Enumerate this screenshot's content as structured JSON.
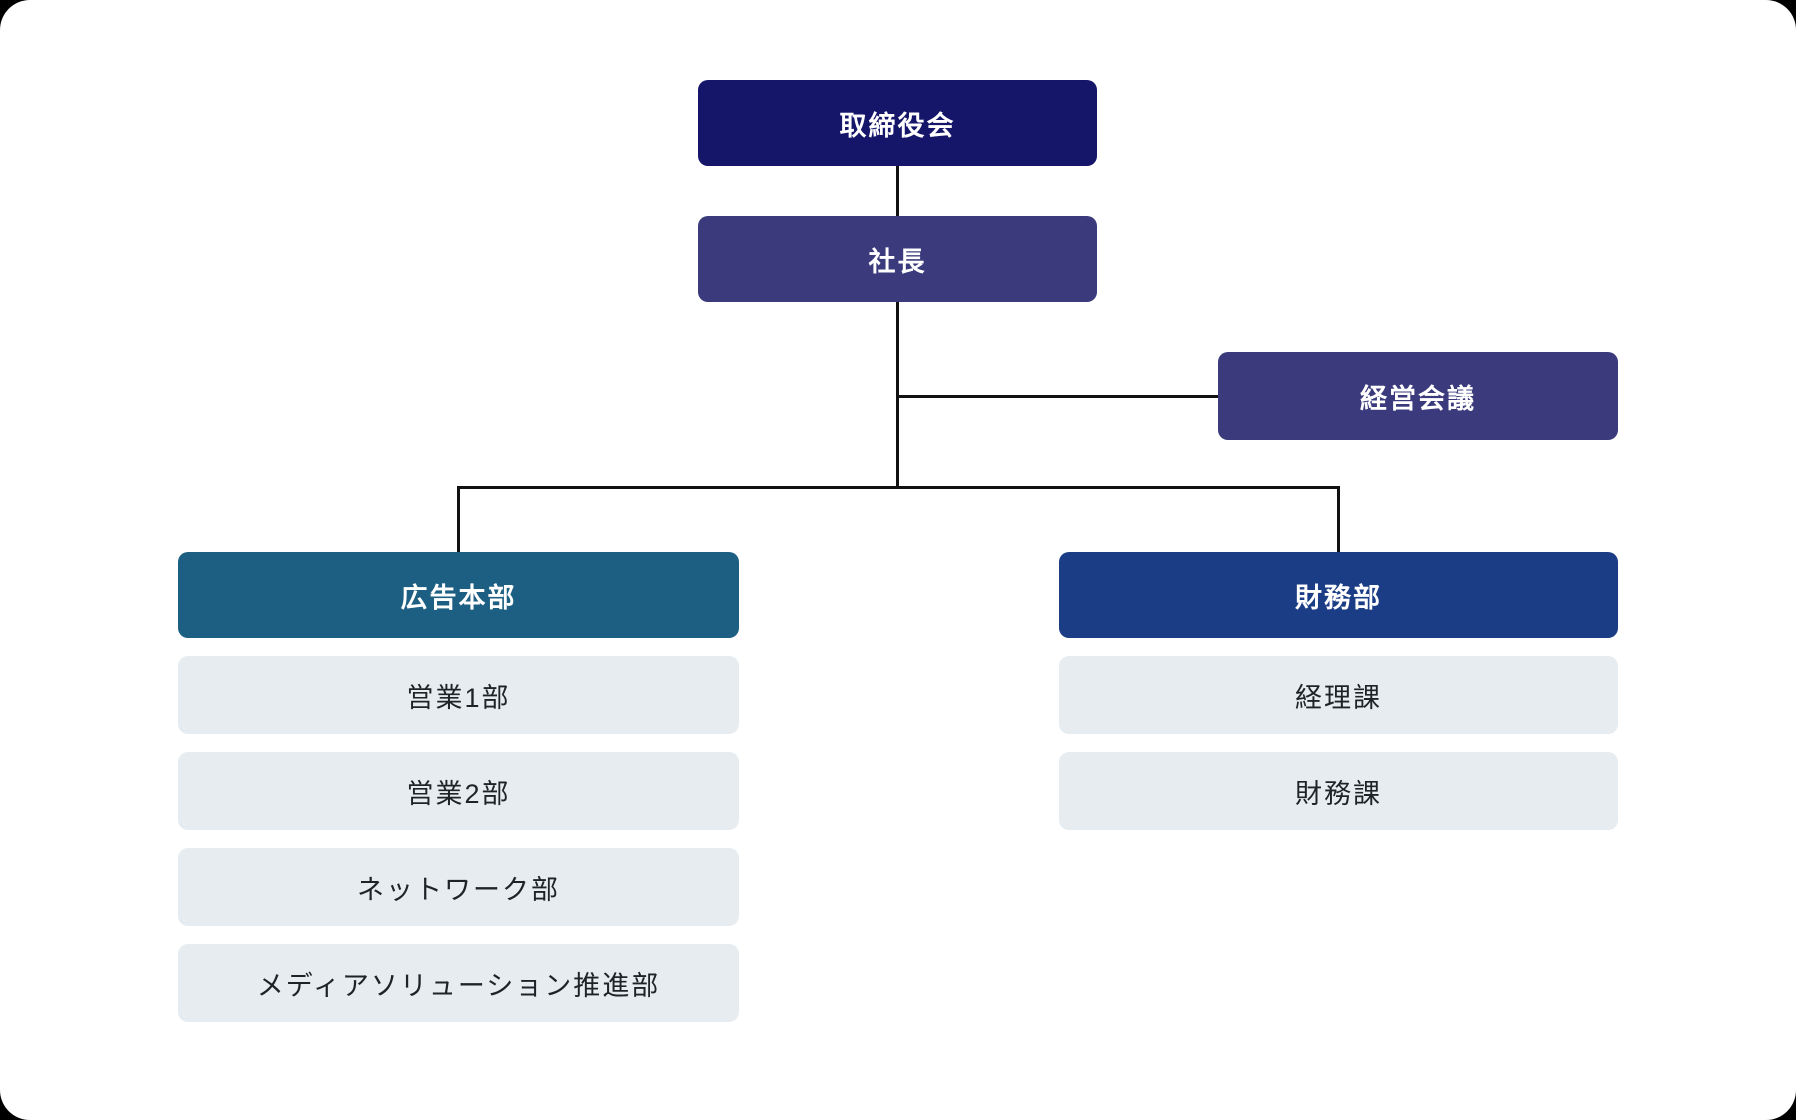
{
  "colors": {
    "board_bg": "#151569",
    "executive_bg": "#3a3a7c",
    "ad_division_bg": "#1d5f82",
    "finance_bg": "#1b3d85",
    "child_bg": "#e6ecef",
    "connector": "#111111",
    "page_bg": "#ffffff"
  },
  "nodes": {
    "board": {
      "label": "取締役会"
    },
    "president": {
      "label": "社長"
    },
    "management_meeting": {
      "label": "経営会議"
    },
    "ad_division": {
      "label": "広告本部",
      "children": [
        "営業1部",
        "営業2部",
        "ネットワーク部",
        "メディアソリューション推進部"
      ]
    },
    "finance_department": {
      "label": "財務部",
      "children": [
        "経理課",
        "財務課"
      ]
    }
  }
}
